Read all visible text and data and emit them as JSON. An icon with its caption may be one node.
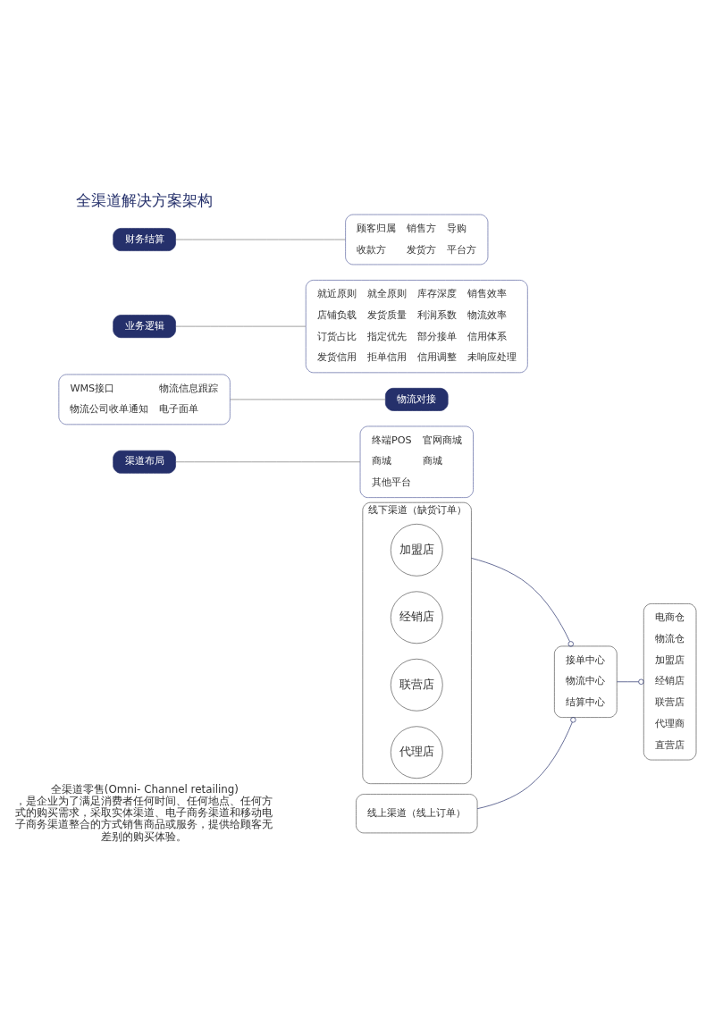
{
  "diagram": {
    "nodes": [
      {
        "text": [
          "线上渠道（线上订单）"
        ]
      },
      {
        "text": [
          "线下渠道（缺货订单）"
        ]
      },
      {
        "text": [
          "加盟店"
        ],
        "in": 1
      },
      {
        "text": [
          "经销店"
        ],
        "in": 1
      },
      {
        "text": [
          "联营店"
        ],
        "in": 1
      },
      {
        "text": [
          "代理店"
        ],
        "in": 1
      },
      {
        "text": [
          "接单中心",
          "物流中心",
          "结算中心"
        ]
      },
      {
        "text": [
          "电商仓",
          "物流仓",
          "加盟店",
          "经销店",
          "联营店",
          "代理商",
          "直营店"
        ]
      },
      {
        "text": [
          "渠道布局"
        ]
      },
      {
        "text": [
          "终端POS",
          "官网商城",
          "商城",
          "商城",
          "其他平台"
        ]
      },
      {
        "text": [
          "WMS接口",
          "物流信息跟踪",
          "物流公司收单通知",
          "电子面单"
        ]
      },
      {
        "text": [
          "物流对接"
        ]
      },
      {
        "text": [
          "业务逻辑"
        ]
      },
      {
        "text": [
          "就近原则",
          "就全原则",
          "库存深度",
          "销售效率",
          "店铺负载",
          "发货质量",
          "利润系数",
          "物流效率",
          "订货占比",
          "指定优先",
          "部分接单",
          "信用体系",
          "发货信用",
          "拒单信用",
          "信用调整",
          "未响应处理"
        ]
      },
      {
        "text": [
          "财务结算"
        ]
      },
      {
        "text": [
          "顾客归属",
          "销售方",
          "导购",
          "收款方",
          "发货方",
          "平台方"
        ]
      }
    ],
    "edges": [
      {
        "from": 0,
        "to": 6,
        "arrow": "other"
      },
      {
        "from": 1,
        "to": 6,
        "arrow": "other"
      },
      {
        "from": 6,
        "to": 7,
        "arrow": "other"
      },
      {
        "from": 8,
        "to": 9,
        "arrow": "none"
      },
      {
        "from": 10,
        "to": 11,
        "arrow": "none"
      },
      {
        "from": 12,
        "to": 13,
        "arrow": "none"
      },
      {
        "from": 14,
        "to": 15,
        "arrow": "none"
      }
    ],
    "labels": [
      "全渠道零售(Omni- Channel retailing)，是企业为了满足消费者任何时间、任何地点、任何方式的购买需求，采取实体渠道、电子商务渠道和移动电子商务渠道整合的方式销售商品或服务，提供给顾客无差别的购买体验。",
      "全渠道解决方案架构"
    ]
  }
}
